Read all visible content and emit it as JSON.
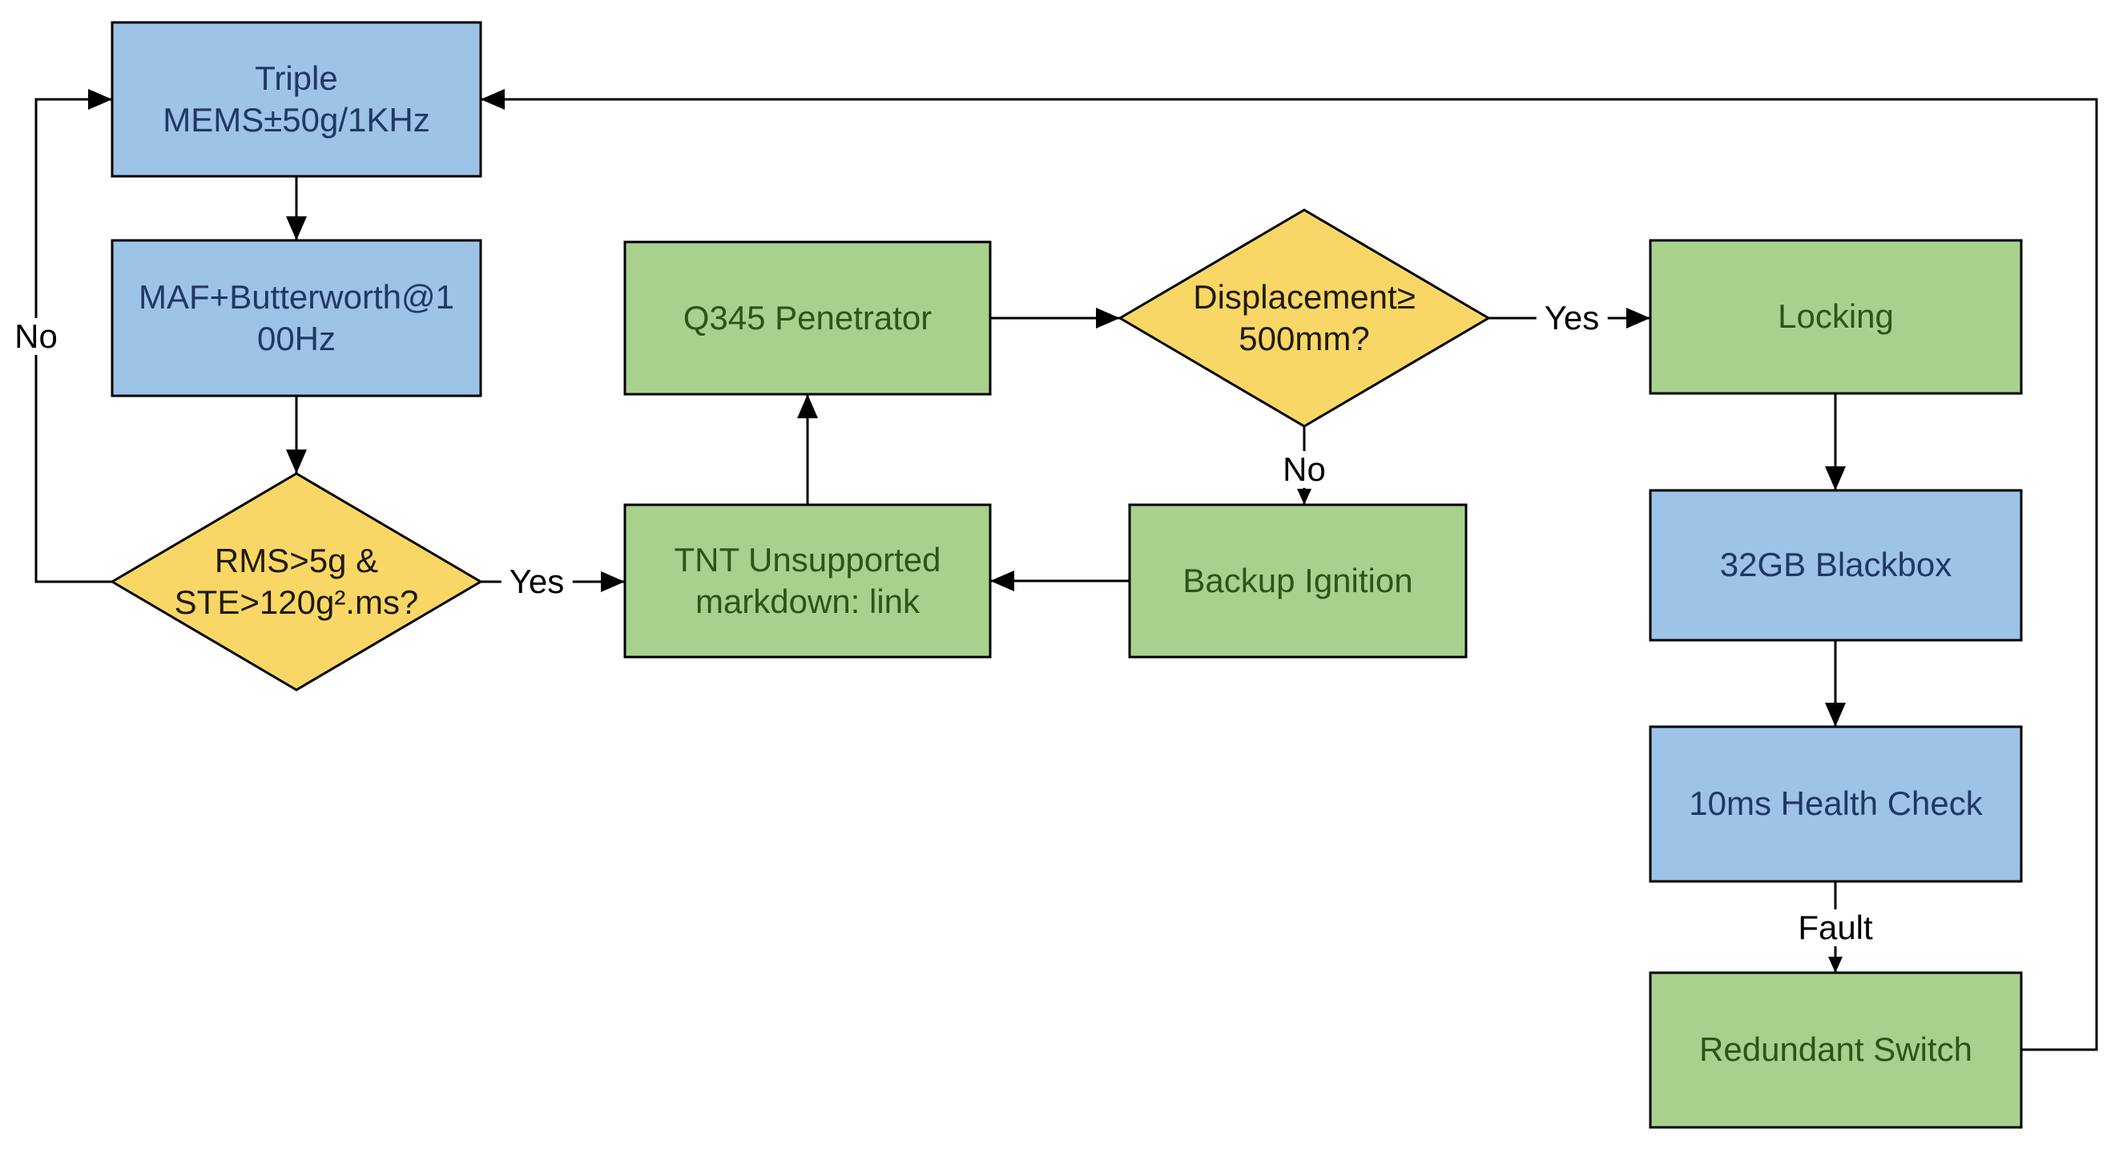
{
  "diagram": {
    "type": "flowchart",
    "colors": {
      "bg": "#ffffff",
      "line_color": "#000000",
      "edge_text": "#000000",
      "blue_fill": "#9DC3E6",
      "blue_text": "#1F3864",
      "green_fill": "#A9D18E",
      "green_text": "#2F5416",
      "yellow_fill": "#F9D766",
      "yellow_text": "#1F1A05"
    },
    "nodes": [
      {
        "id": "triple-mems",
        "shape": "rect",
        "color": "blue",
        "label": "Triple MEMS±50g/1KHz"
      },
      {
        "id": "maf-butterworth",
        "shape": "rect",
        "color": "blue",
        "label": "MAF+Butterworth@100Hz"
      },
      {
        "id": "rms-decision",
        "shape": "diamond",
        "color": "yellow",
        "label": "RMS>5g & STE>120g².ms?"
      },
      {
        "id": "q345-penetrator",
        "shape": "rect",
        "color": "green",
        "label": "Q345 Penetrator"
      },
      {
        "id": "tnt-unsupported",
        "shape": "rect",
        "color": "green",
        "label": "TNT Unsupported markdown: link"
      },
      {
        "id": "displacement-decision",
        "shape": "diamond",
        "color": "yellow",
        "label": "Displacement≥500mm?"
      },
      {
        "id": "backup-ignition",
        "shape": "rect",
        "color": "green",
        "label": "Backup Ignition"
      },
      {
        "id": "locking",
        "shape": "rect",
        "color": "green",
        "label": "Locking"
      },
      {
        "id": "blackbox-32gb",
        "shape": "rect",
        "color": "blue",
        "label": "32GB Blackbox"
      },
      {
        "id": "health-check",
        "shape": "rect",
        "color": "blue",
        "label": "10ms Health Check"
      },
      {
        "id": "redundant-switch",
        "shape": "rect",
        "color": "green",
        "label": "Redundant Switch"
      }
    ],
    "edge_labels": {
      "yes_rms": "Yes",
      "no_rms": "No",
      "yes_displacement": "Yes",
      "no_displacement": "No",
      "fault": "Fault"
    },
    "edges": [
      {
        "from": "triple-mems",
        "to": "maf-butterworth",
        "label": ""
      },
      {
        "from": "maf-butterworth",
        "to": "rms-decision",
        "label": ""
      },
      {
        "from": "rms-decision",
        "to": "tnt-unsupported",
        "label": "Yes"
      },
      {
        "from": "rms-decision",
        "to": "triple-mems",
        "label": "No"
      },
      {
        "from": "tnt-unsupported",
        "to": "q345-penetrator",
        "label": ""
      },
      {
        "from": "q345-penetrator",
        "to": "displacement-decision",
        "label": ""
      },
      {
        "from": "displacement-decision",
        "to": "locking",
        "label": "Yes"
      },
      {
        "from": "displacement-decision",
        "to": "backup-ignition",
        "label": "No"
      },
      {
        "from": "backup-ignition",
        "to": "tnt-unsupported",
        "label": ""
      },
      {
        "from": "locking",
        "to": "blackbox-32gb",
        "label": ""
      },
      {
        "from": "blackbox-32gb",
        "to": "health-check",
        "label": ""
      },
      {
        "from": "health-check",
        "to": "redundant-switch",
        "label": "Fault"
      },
      {
        "from": "redundant-switch",
        "to": "triple-mems",
        "label": ""
      }
    ]
  }
}
